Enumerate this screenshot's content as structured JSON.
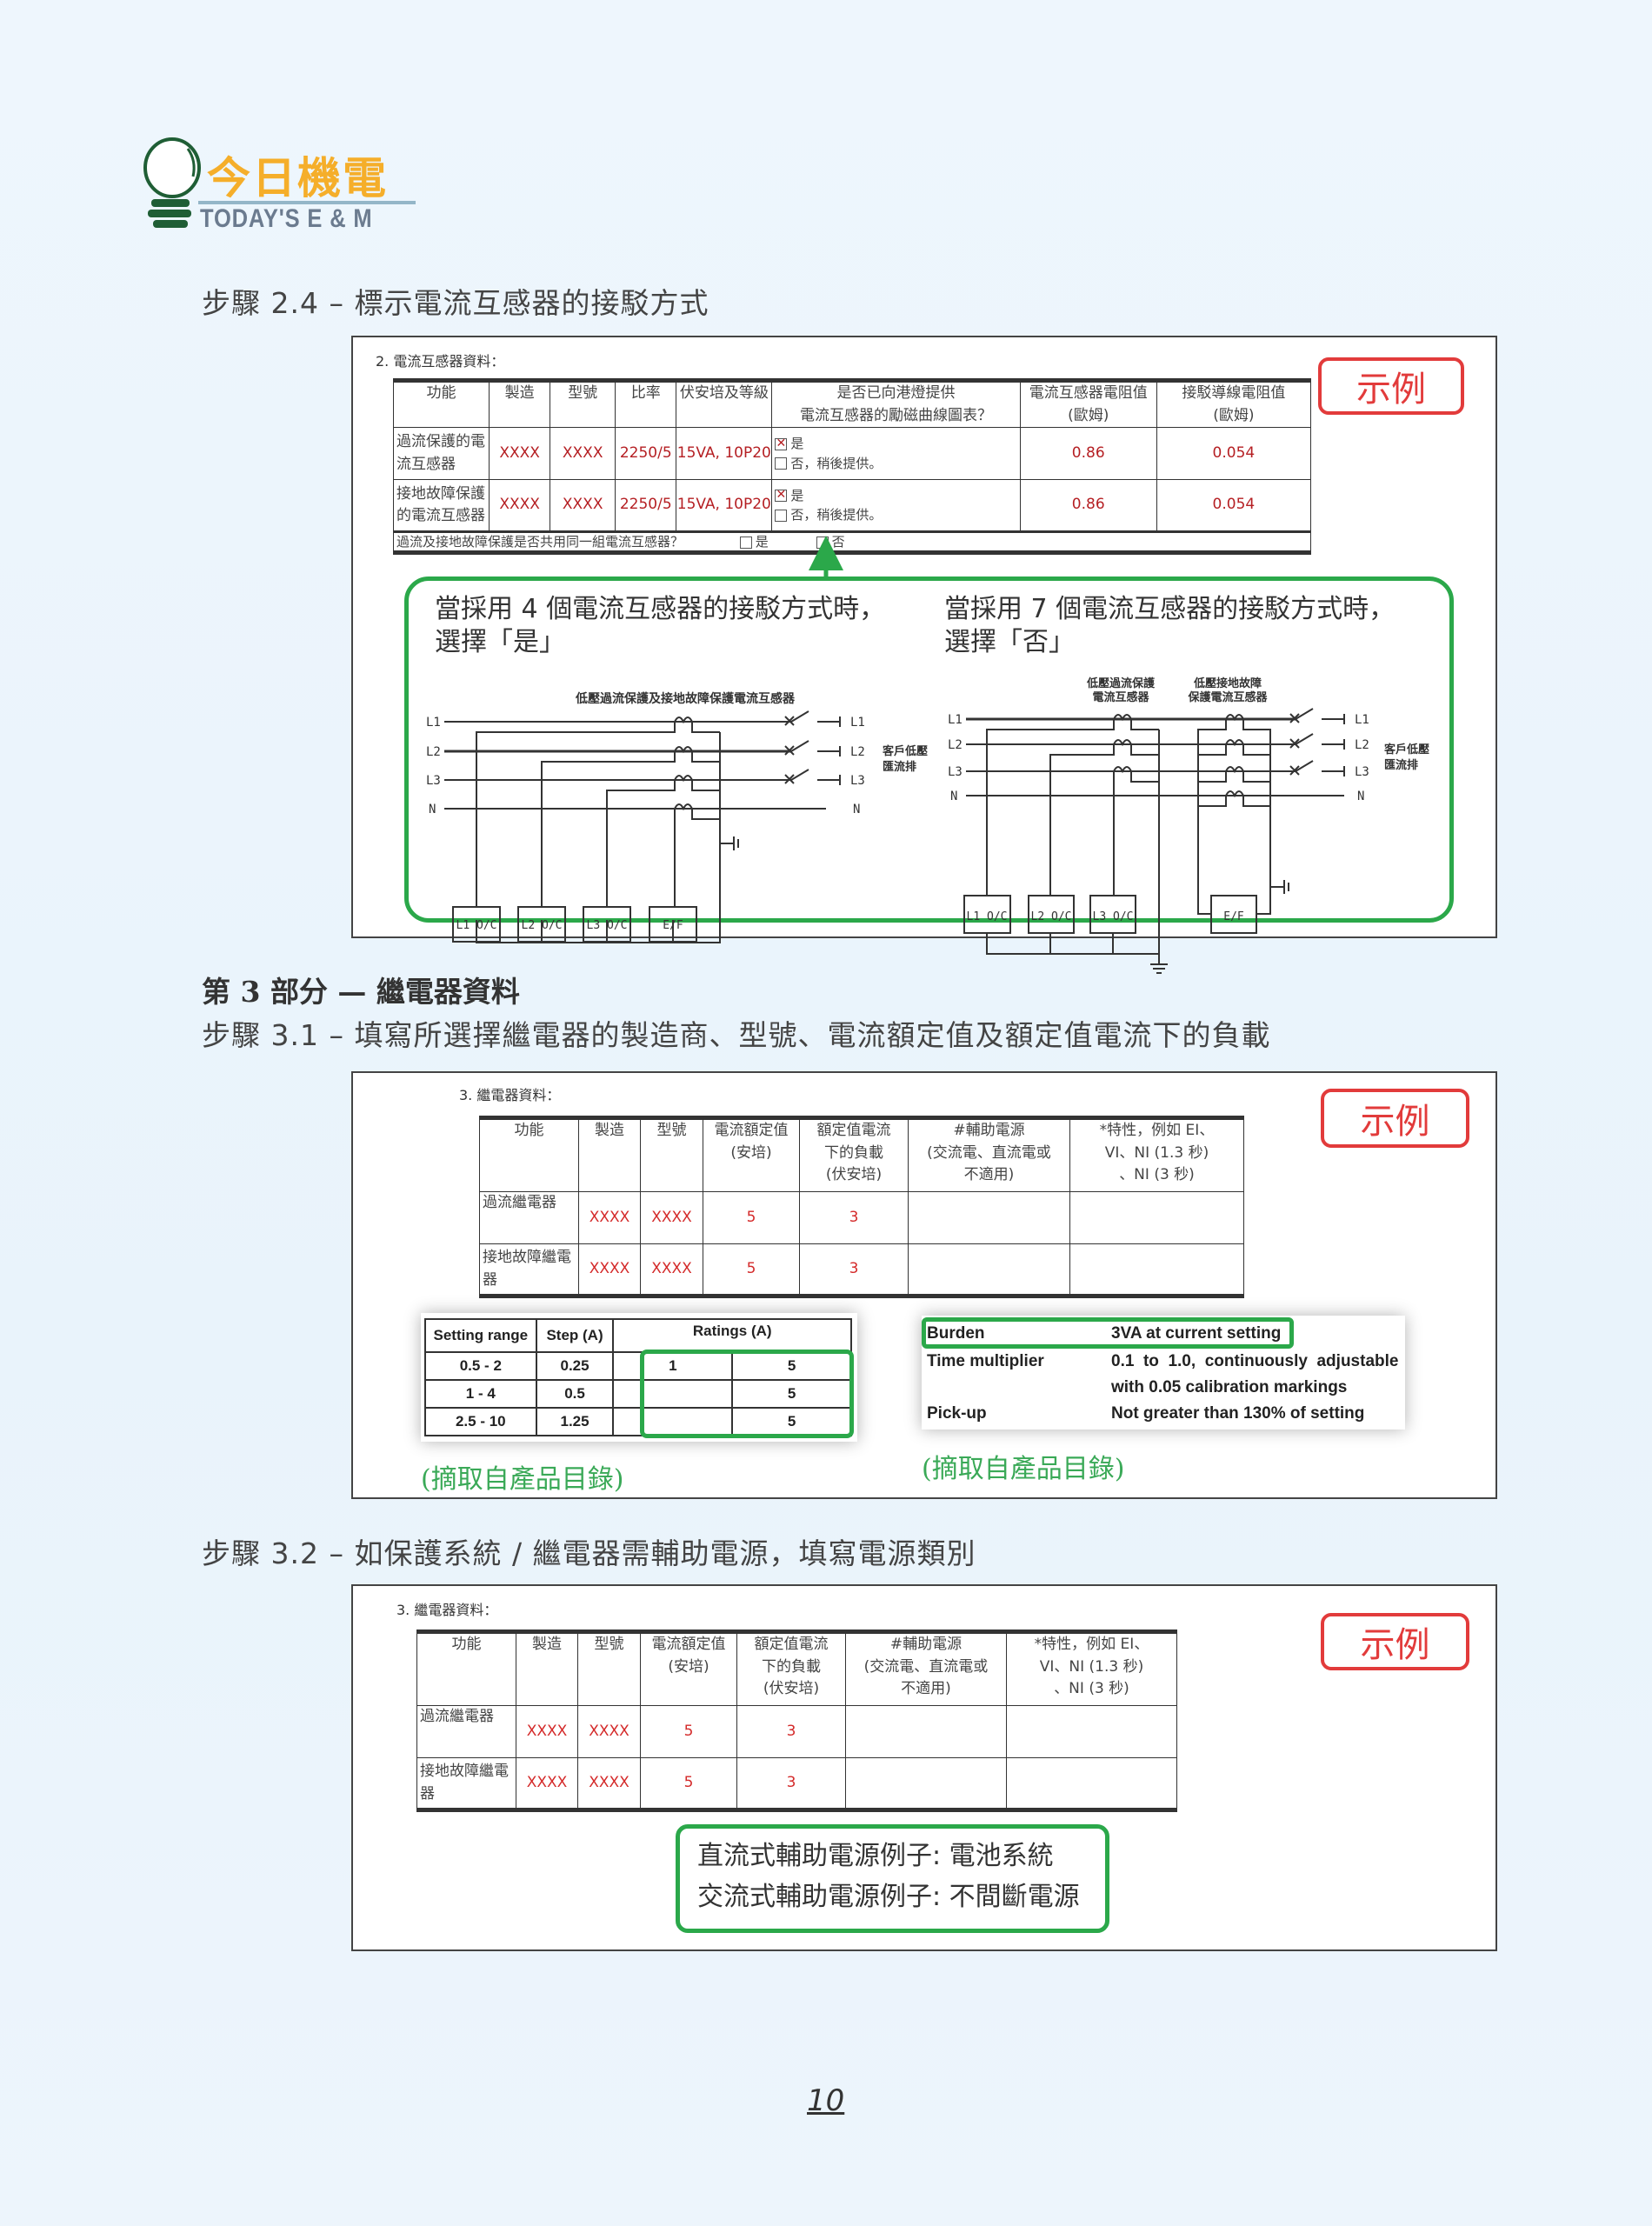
{
  "logo": {
    "chinese": "今日機電",
    "english": "TODAY'S E & M"
  },
  "step_2_4": {
    "title": "步驟 2.4 – 標示電流互感器的接駁方式"
  },
  "ct_form": {
    "section_label": "2. 電流互感器資料：",
    "stamp": "示例",
    "headers": [
      "功能",
      "製造",
      "型號",
      "比率",
      "伏安培及等級",
      "是否已向港燈提供\n電流互感器的勵磁曲線圖表？",
      "電流互感器電阻值\n(歐姆)",
      "接駁導線電阻值\n(歐姆)"
    ],
    "rows": [
      {
        "function": "過流保護的電流互感器",
        "make": "XXXX",
        "model": "XXXX",
        "ratio": "2250/5",
        "va_class": "15VA, 10P20",
        "opt_yes": "是",
        "opt_no": "否，稍後提供。",
        "ct_resistance": "0.86",
        "lead_resistance": "0.054"
      },
      {
        "function": "接地故障保護的電流互感器",
        "make": "XXXX",
        "model": "XXXX",
        "ratio": "2250/5",
        "va_class": "15VA, 10P20",
        "opt_yes": "是",
        "opt_no": "否，稍後提供。",
        "ct_resistance": "0.86",
        "lead_resistance": "0.054"
      }
    ],
    "shared_question": "過流及接地故障保護是否共用同一組電流互感器？",
    "shared_yes": "是",
    "shared_no": "否"
  },
  "ct_callout": {
    "left_text_1": "當採用 4 個電流互感器的接駁方式時，",
    "left_text_2": "選擇「是」",
    "right_text_1": "當採用 7 個電流互感器的接駁方式時，",
    "right_text_2": "選擇「否」",
    "diagram1_title": "低壓過流保護及接地故障保護電流互感器",
    "diagram2_title_oc_1": "低壓過流保護",
    "diagram2_title_oc_2": "電流互感器",
    "diagram2_title_ef_1": "低壓接地故障",
    "diagram2_title_ef_2": "保護電流互感器",
    "busbar_1": "客戶低壓",
    "busbar_2": "匯流排",
    "phases": [
      "L1",
      "L2",
      "L3",
      "N"
    ],
    "relays": [
      "L1 O/C",
      "L2 O/C",
      "L3 O/C",
      "E/F"
    ]
  },
  "section_3": {
    "title": "第 3 部分 — 繼電器資料"
  },
  "step_3_1": {
    "title": "步驟 3.1 – 填寫所選擇繼電器的製造商、型號、電流額定值及額定值電流下的負載"
  },
  "relay_form": {
    "section_label": "3. 繼電器資料：",
    "stamp": "示例",
    "headers": [
      "功能",
      "製造",
      "型號",
      "電流額定值\n(安培)",
      "額定值電流\n下的負載\n(伏安培)",
      "#輔助電源\n(交流電、直流電或\n不適用)",
      "*特性，例如 EI、\nVI、NI (1.3 秒)\n、NI (3 秒)"
    ],
    "rows": [
      {
        "function": "過流繼電器",
        "make": "XXXX",
        "model": "XXXX",
        "rating": "5",
        "burden": "3",
        "aux": "",
        "char": ""
      },
      {
        "function": "接地故障繼電器",
        "make": "XXXX",
        "model": "XXXX",
        "rating": "5",
        "burden": "3",
        "aux": "",
        "char": ""
      }
    ]
  },
  "catalog_settings": {
    "headers": [
      "Setting range",
      "Step (A)",
      "Ratings (A)"
    ],
    "rows": [
      [
        "0.5 - 2",
        "0.25",
        "1",
        "5"
      ],
      [
        "1 - 4",
        "0.5",
        "",
        "5"
      ],
      [
        "2.5 - 10",
        "1.25",
        "",
        "5"
      ]
    ],
    "caption": "(摘取自產品目錄)"
  },
  "catalog_burden": {
    "rows": [
      {
        "label": "Burden",
        "value": "3VA at current setting"
      },
      {
        "label": "Time multiplier",
        "value": "0.1  to  1.0,  continuously  adjustable",
        "value2": "with 0.05 calibration markings"
      },
      {
        "label": "Pick-up",
        "value": "Not greater than 130% of setting"
      }
    ],
    "caption": "(摘取自產品目錄)"
  },
  "step_3_2": {
    "title": "步驟 3.2 – 如保護系統 / 繼電器需輔助電源，填寫電源類別"
  },
  "relay_form_2": {
    "section_label": "3. 繼電器資料：",
    "stamp": "示例",
    "headers": [
      "功能",
      "製造",
      "型號",
      "電流額定值\n(安培)",
      "額定值電流\n下的負載\n(伏安培)",
      "#輔助電源\n(交流電、直流電或\n不適用)",
      "*特性，例如 EI、\nVI、NI (1.3 秒)\n、NI (3 秒)"
    ],
    "rows": [
      {
        "function": "過流繼電器",
        "make": "XXXX",
        "model": "XXXX",
        "rating": "5",
        "burden": "3"
      },
      {
        "function": "接地故障繼電器",
        "make": "XXXX",
        "model": "XXXX",
        "rating": "5",
        "burden": "3"
      }
    ],
    "note_dc": "直流式輔助電源例子: 電池系統",
    "note_ac": "交流式輔助電源例子: 不間斷電源"
  },
  "page_number": "10",
  "colors": {
    "green": "#2ba84a",
    "stamp_red": "#e23b3b",
    "value_red": "#b51f23",
    "logo_orange": "#f5ae2a",
    "logo_green": "#1f5e35",
    "logo_slate": "#6b7b8f"
  }
}
